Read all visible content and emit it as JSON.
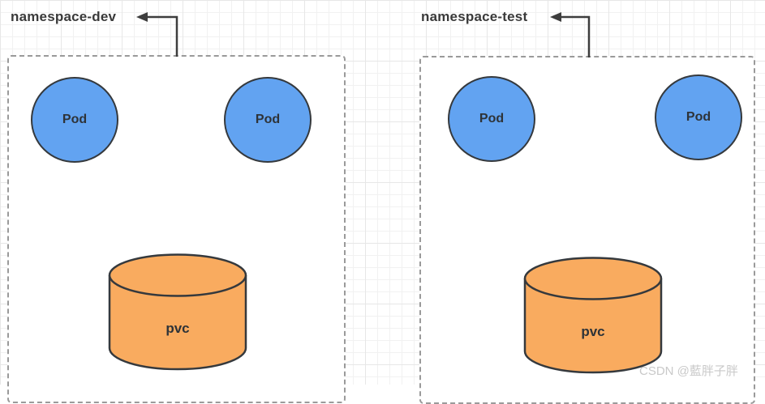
{
  "watermark": "CSDN @藍胖子胖",
  "colors": {
    "pod_fill": "#62a3f1",
    "pvc_fill": "#f9ab5f",
    "shape_stroke": "#35393d",
    "box_border": "#9a9a9a",
    "arrow": "#3d3d3d",
    "grid_line": "#f1f1f1"
  },
  "namespaces": [
    {
      "label": "namespace-dev",
      "connector_icon": "left-arrow-elbow",
      "pods": [
        {
          "label": "Pod"
        },
        {
          "label": "Pod"
        }
      ],
      "pvc": {
        "label": "pvc"
      }
    },
    {
      "label": "namespace-test",
      "connector_icon": "left-arrow-elbow",
      "pods": [
        {
          "label": "Pod"
        },
        {
          "label": "Pod"
        }
      ],
      "pvc": {
        "label": "pvc"
      }
    }
  ]
}
